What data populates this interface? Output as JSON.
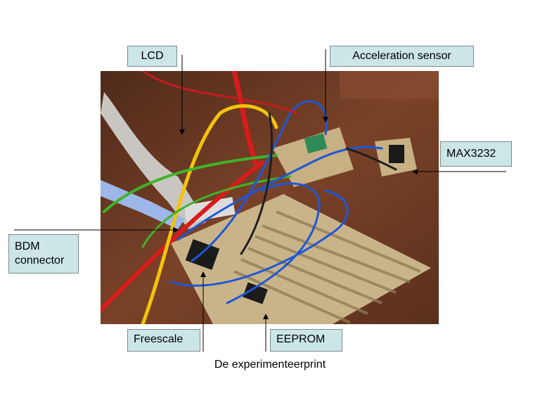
{
  "labels": {
    "lcd": "LCD",
    "acceleration_sensor": "Acceleration sensor",
    "max3232": "MAX3232",
    "bdm_connector_line1": "BDM",
    "bdm_connector_line2": "connector",
    "freescale": "Freescale",
    "eeprom": "EEPROM"
  },
  "caption": "De experimenteerprint",
  "colors": {
    "callout_fill": "#cce6e8",
    "callout_border": "#7d8a8c",
    "leader_line": "#000000",
    "table_wood": "#6b3a24",
    "perfboard": "#c9b48a",
    "wire_red": "#d81b1b",
    "wire_blue": "#1f57d6",
    "wire_yellow": "#f2c40a",
    "wire_green": "#3fb32a"
  }
}
